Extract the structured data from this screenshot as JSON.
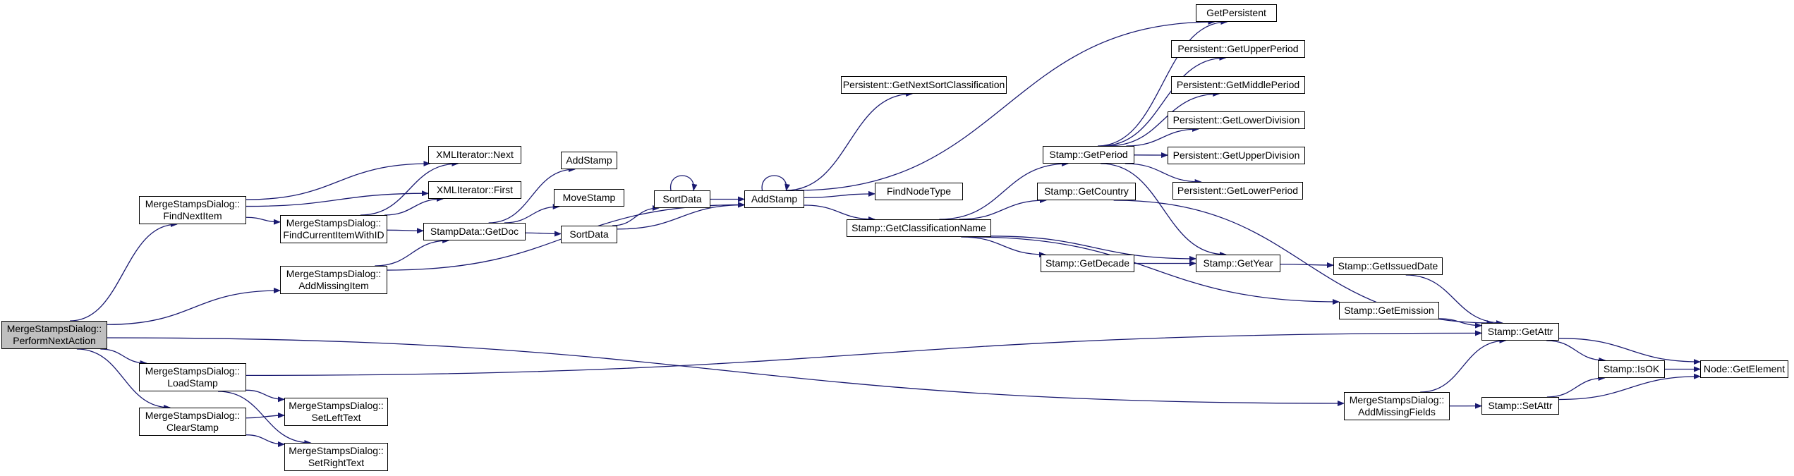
{
  "graph": {
    "edge_color": "#191970",
    "root_fill": "#bfbfbf",
    "node_fill": "#ffffff",
    "nodes": [
      {
        "id": "perform",
        "lines": [
          "MergeStampsDialog::",
          "PerformNextAction"
        ],
        "root": true
      },
      {
        "id": "findnext",
        "lines": [
          "MergeStampsDialog::",
          "FindNextItem"
        ]
      },
      {
        "id": "addmissingitem",
        "lines": [
          "MergeStampsDialog::",
          "AddMissingItem"
        ]
      },
      {
        "id": "loadstamp",
        "lines": [
          "MergeStampsDialog::",
          "LoadStamp"
        ]
      },
      {
        "id": "clearstamp",
        "lines": [
          "MergeStampsDialog::",
          "ClearStamp"
        ]
      },
      {
        "id": "xmlnext",
        "lines": [
          "XMLIterator::Next"
        ]
      },
      {
        "id": "xmlfirst",
        "lines": [
          "XMLIterator::First"
        ]
      },
      {
        "id": "findcurrent",
        "lines": [
          "MergeStampsDialog::",
          "FindCurrentItemWithID"
        ]
      },
      {
        "id": "setlefttext",
        "lines": [
          "MergeStampsDialog::",
          "SetLeftText"
        ]
      },
      {
        "id": "setrighttext",
        "lines": [
          "MergeStampsDialog::",
          "SetRightText"
        ]
      },
      {
        "id": "getdoc",
        "lines": [
          "StampData::GetDoc"
        ]
      },
      {
        "id": "addstamp1",
        "lines": [
          "AddStamp"
        ]
      },
      {
        "id": "movestamp",
        "lines": [
          "MoveStamp"
        ]
      },
      {
        "id": "sortdata1",
        "lines": [
          "SortData"
        ]
      },
      {
        "id": "sortdata2",
        "lines": [
          "SortData"
        ]
      },
      {
        "id": "addstamp2",
        "lines": [
          "AddStamp"
        ]
      },
      {
        "id": "getnextsort",
        "lines": [
          "Persistent::GetNextSortClassification"
        ]
      },
      {
        "id": "findnodetype",
        "lines": [
          "FindNodeType"
        ]
      },
      {
        "id": "getclassname",
        "lines": [
          "Stamp::GetClassificationName"
        ]
      },
      {
        "id": "getperiod",
        "lines": [
          "Stamp::GetPeriod"
        ]
      },
      {
        "id": "getcountry",
        "lines": [
          "Stamp::GetCountry"
        ]
      },
      {
        "id": "getdecade",
        "lines": [
          "Stamp::GetDecade"
        ]
      },
      {
        "id": "getyear",
        "lines": [
          "Stamp::GetYear"
        ]
      },
      {
        "id": "getpersistent",
        "lines": [
          "GetPersistent"
        ]
      },
      {
        "id": "getupperperiod",
        "lines": [
          "Persistent::GetUpperPeriod"
        ]
      },
      {
        "id": "getmiddleperiod",
        "lines": [
          "Persistent::GetMiddlePeriod"
        ]
      },
      {
        "id": "getlowerdivision",
        "lines": [
          "Persistent::GetLowerDivision"
        ]
      },
      {
        "id": "getupperdivision",
        "lines": [
          "Persistent::GetUpperDivision"
        ]
      },
      {
        "id": "getlowerperiod",
        "lines": [
          "Persistent::GetLowerPeriod"
        ]
      },
      {
        "id": "getissueddate",
        "lines": [
          "Stamp::GetIssuedDate"
        ]
      },
      {
        "id": "getemission",
        "lines": [
          "Stamp::GetEmission"
        ]
      },
      {
        "id": "getattr",
        "lines": [
          "Stamp::GetAttr"
        ]
      },
      {
        "id": "addmissingfields",
        "lines": [
          "MergeStampsDialog::",
          "AddMissingFields"
        ]
      },
      {
        "id": "setattr",
        "lines": [
          "Stamp::SetAttr"
        ]
      },
      {
        "id": "isok",
        "lines": [
          "Stamp::IsOK"
        ]
      },
      {
        "id": "getelement",
        "lines": [
          "Node::GetElement"
        ]
      }
    ],
    "edges": [
      [
        "perform",
        "findnext"
      ],
      [
        "perform",
        "addmissingitem"
      ],
      [
        "perform",
        "loadstamp"
      ],
      [
        "perform",
        "clearstamp"
      ],
      [
        "perform",
        "addmissingfields"
      ],
      [
        "findnext",
        "xmlnext"
      ],
      [
        "findnext",
        "xmlfirst"
      ],
      [
        "findnext",
        "findcurrent"
      ],
      [
        "findcurrent",
        "xmlnext"
      ],
      [
        "findcurrent",
        "xmlfirst"
      ],
      [
        "findcurrent",
        "getdoc"
      ],
      [
        "addmissingitem",
        "getdoc"
      ],
      [
        "addmissingitem",
        "addstamp2"
      ],
      [
        "getdoc",
        "addstamp1"
      ],
      [
        "getdoc",
        "movestamp"
      ],
      [
        "getdoc",
        "sortdata2"
      ],
      [
        "sortdata2",
        "sortdata1"
      ],
      [
        "sortdata2",
        "addstamp2"
      ],
      [
        "sortdata1",
        "sortdata1"
      ],
      [
        "sortdata1",
        "addstamp2"
      ],
      [
        "addstamp2",
        "addstamp2"
      ],
      [
        "addstamp2",
        "getnextsort"
      ],
      [
        "addstamp2",
        "findnodetype"
      ],
      [
        "addstamp2",
        "getclassname"
      ],
      [
        "addstamp2",
        "getpersistent"
      ],
      [
        "getclassname",
        "getperiod"
      ],
      [
        "getclassname",
        "getcountry"
      ],
      [
        "getclassname",
        "getdecade"
      ],
      [
        "getclassname",
        "getyear"
      ],
      [
        "getclassname",
        "getemission"
      ],
      [
        "getperiod",
        "getpersistent"
      ],
      [
        "getperiod",
        "getupperperiod"
      ],
      [
        "getperiod",
        "getmiddleperiod"
      ],
      [
        "getperiod",
        "getlowerdivision"
      ],
      [
        "getperiod",
        "getupperdivision"
      ],
      [
        "getperiod",
        "getlowerperiod"
      ],
      [
        "getperiod",
        "getyear"
      ],
      [
        "getdecade",
        "getyear"
      ],
      [
        "getyear",
        "getissueddate"
      ],
      [
        "getcountry",
        "getattr"
      ],
      [
        "getissueddate",
        "getattr"
      ],
      [
        "getemission",
        "getattr"
      ],
      [
        "loadstamp",
        "getattr"
      ],
      [
        "loadstamp",
        "setlefttext"
      ],
      [
        "loadstamp",
        "setrighttext"
      ],
      [
        "clearstamp",
        "setlefttext"
      ],
      [
        "clearstamp",
        "setrighttext"
      ],
      [
        "addmissingfields",
        "getattr"
      ],
      [
        "addmissingfields",
        "setattr"
      ],
      [
        "getattr",
        "isok"
      ],
      [
        "getattr",
        "getelement"
      ],
      [
        "setattr",
        "isok"
      ],
      [
        "setattr",
        "getelement"
      ],
      [
        "isok",
        "getelement"
      ]
    ]
  }
}
